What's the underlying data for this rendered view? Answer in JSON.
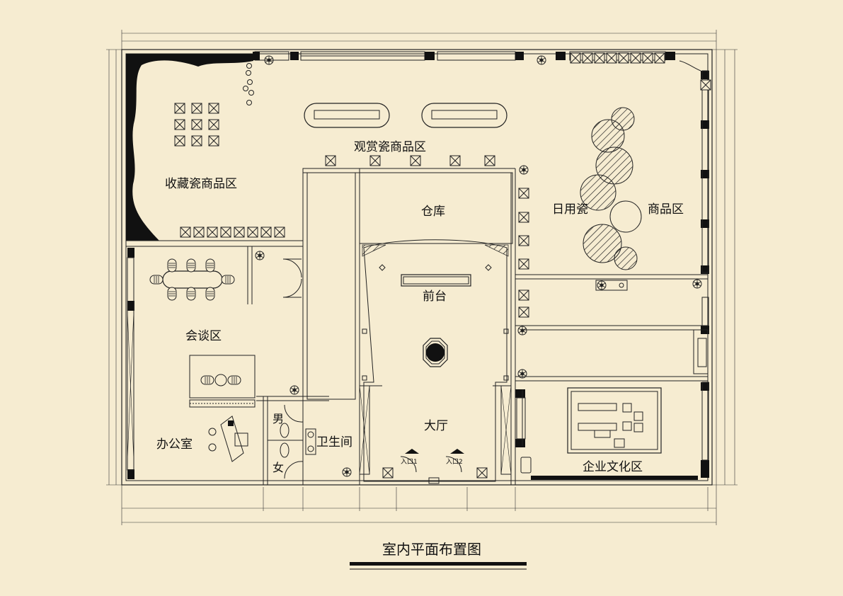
{
  "rooms": {
    "viewing": "观赏瓷商品区",
    "collection": "收藏瓷商品区",
    "warehouse": "仓库",
    "daily_a": "日用瓷",
    "daily_b": "商品区",
    "reception": "前台",
    "meeting": "会谈区",
    "lobby": "大厅",
    "office": "办公室",
    "toilet": "卫生间",
    "male": "男",
    "female": "女",
    "culture": "企业文化区"
  },
  "entrances": [
    "入口1",
    "入口2"
  ],
  "title": "室内平面布置图",
  "colors": {
    "background": "#f6ecd1",
    "line": "#222222",
    "fill_dark": "#111111"
  }
}
